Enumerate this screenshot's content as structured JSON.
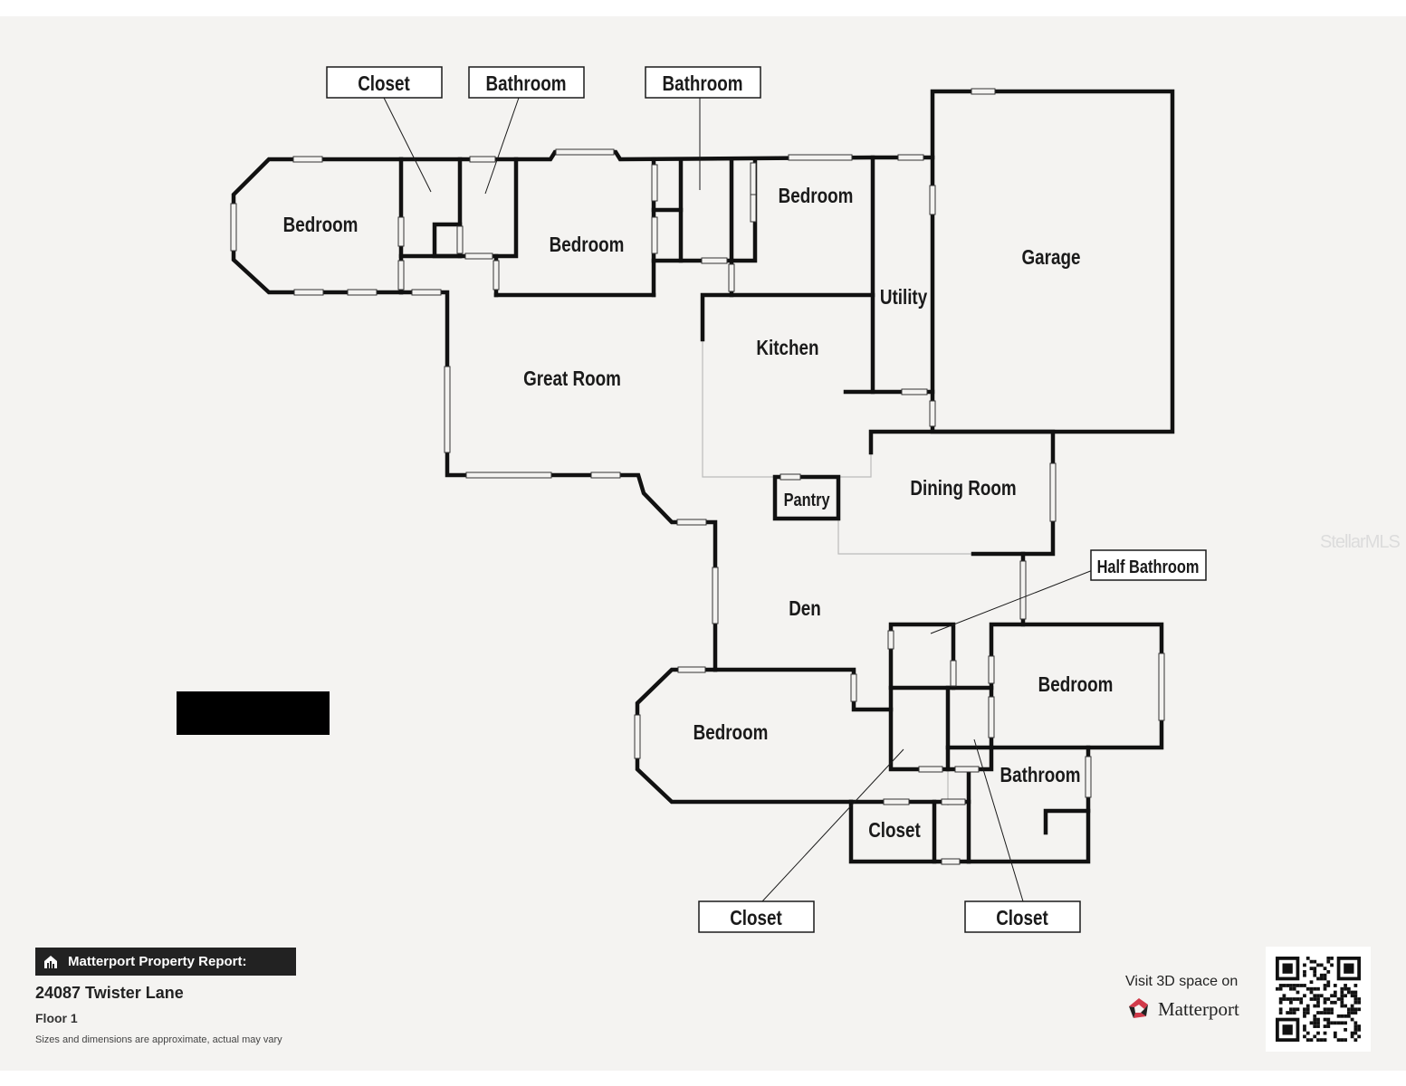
{
  "rooms": [
    {
      "id": "bedroom_nw",
      "label": "Bedroom"
    },
    {
      "id": "bedroom_n",
      "label": "Bedroom"
    },
    {
      "id": "bedroom_ne",
      "label": "Bedroom"
    },
    {
      "id": "garage",
      "label": "Garage"
    },
    {
      "id": "utility",
      "label": "Utility"
    },
    {
      "id": "kitchen",
      "label": "Kitchen"
    },
    {
      "id": "great_room",
      "label": "Great Room"
    },
    {
      "id": "dining_room",
      "label": "Dining Room"
    },
    {
      "id": "pantry",
      "label": "Pantry"
    },
    {
      "id": "den",
      "label": "Den"
    },
    {
      "id": "bedroom_se",
      "label": "Bedroom"
    },
    {
      "id": "bedroom_sw",
      "label": "Bedroom"
    },
    {
      "id": "bathroom_s",
      "label": "Bathroom"
    },
    {
      "id": "closet_s",
      "label": "Closet"
    }
  ],
  "callouts": [
    {
      "id": "closet_top",
      "label": "Closet"
    },
    {
      "id": "bathroom_top1",
      "label": "Bathroom"
    },
    {
      "id": "bathroom_top2",
      "label": "Bathroom"
    },
    {
      "id": "half_bathroom",
      "label": "Half Bathroom"
    },
    {
      "id": "closet_bottom1",
      "label": "Closet"
    },
    {
      "id": "closet_bottom2",
      "label": "Closet"
    }
  ],
  "watermark": "StellarMLS",
  "footer": {
    "badge_title": "Matterport Property Report:",
    "address": "24087 Twister Lane",
    "floor": "Floor 1",
    "disclaimer": "Sizes and dimensions are approximate, actual may vary",
    "visit_text": "Visit 3D space on",
    "brand": "Matterport",
    "badge_icon": "home-icon",
    "brand_icon": "matterport-logo-icon",
    "qr_icon": "qr-code"
  }
}
